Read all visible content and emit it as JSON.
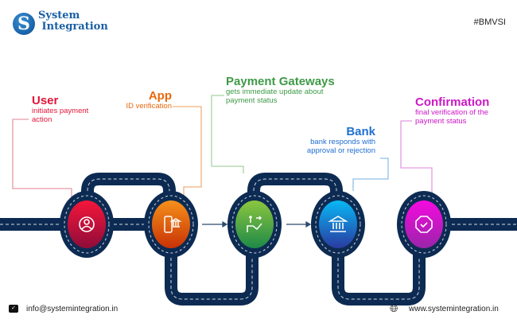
{
  "brand": {
    "mark": "S",
    "line1": "System",
    "line2": "Integration"
  },
  "hashtag": "#BMVSI",
  "steps": [
    {
      "title": "User",
      "desc1": "initiates payment",
      "desc2": "action",
      "color": "#e3153a",
      "icon": "user-icon"
    },
    {
      "title": "App",
      "desc1": "ID verification",
      "desc2": "",
      "color": "#e8680c",
      "icon": "mobile-bank-icon"
    },
    {
      "title": "Payment Gateways",
      "desc1": "gets immediate update about",
      "desc2": "payment status",
      "color": "#3e9a47",
      "icon": "payment-hand-icon"
    },
    {
      "title": "Bank",
      "desc1": "bank responds with",
      "desc2": "approval or rejection",
      "color": "#1f6fd1",
      "icon": "bank-icon"
    },
    {
      "title": "Confirmation",
      "desc1": "final verification of the",
      "desc2": "payment status",
      "color": "#cc18c6",
      "icon": "check-badge-icon"
    }
  ],
  "footer": {
    "email": "info@systemintegration.in",
    "website": "www.systemintegration.in"
  }
}
